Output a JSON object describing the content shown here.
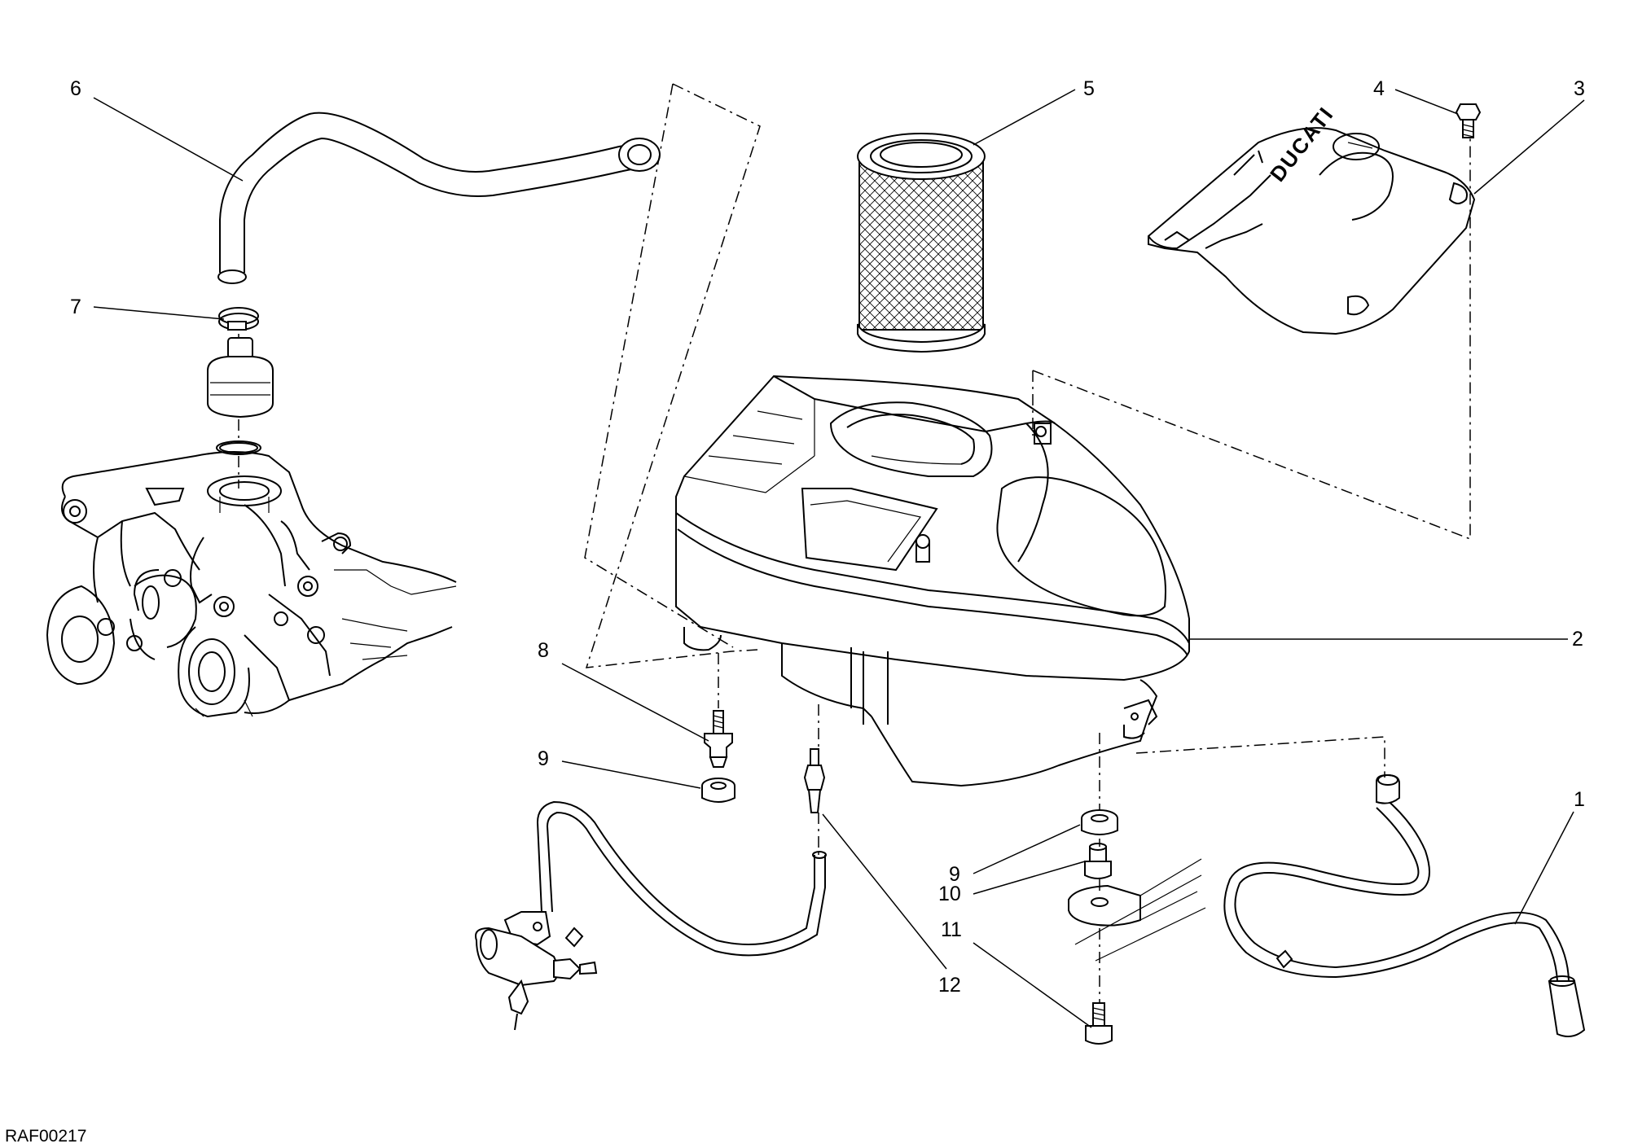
{
  "drawing_code": "RAF00217",
  "callouts": [
    "1",
    "2",
    "3",
    "4",
    "5",
    "6",
    "7",
    "8",
    "9",
    "9",
    "10",
    "11",
    "12"
  ],
  "brand_mark": "DUCATI"
}
